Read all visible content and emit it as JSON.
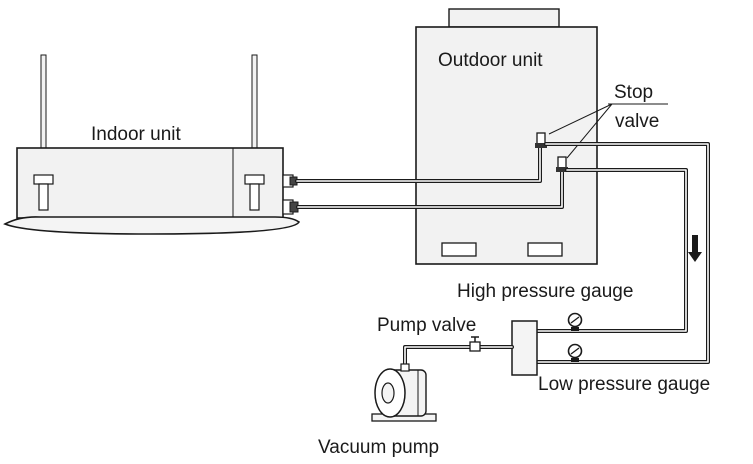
{
  "labels": {
    "outdoor_unit": "Outdoor unit",
    "indoor_unit": "Indoor unit",
    "stop_valve_line1": "Stop",
    "stop_valve_line2": "valve",
    "high_pressure_gauge": "High pressure gauge",
    "pump_valve": "Pump valve",
    "low_pressure_gauge": "Low pressure gauge",
    "vacuum_pump": "Vacuum pump"
  },
  "icons": {
    "flow_arrow": "down-arrow-icon",
    "gauge": "pressure-gauge-icon",
    "valve": "valve-icon"
  }
}
